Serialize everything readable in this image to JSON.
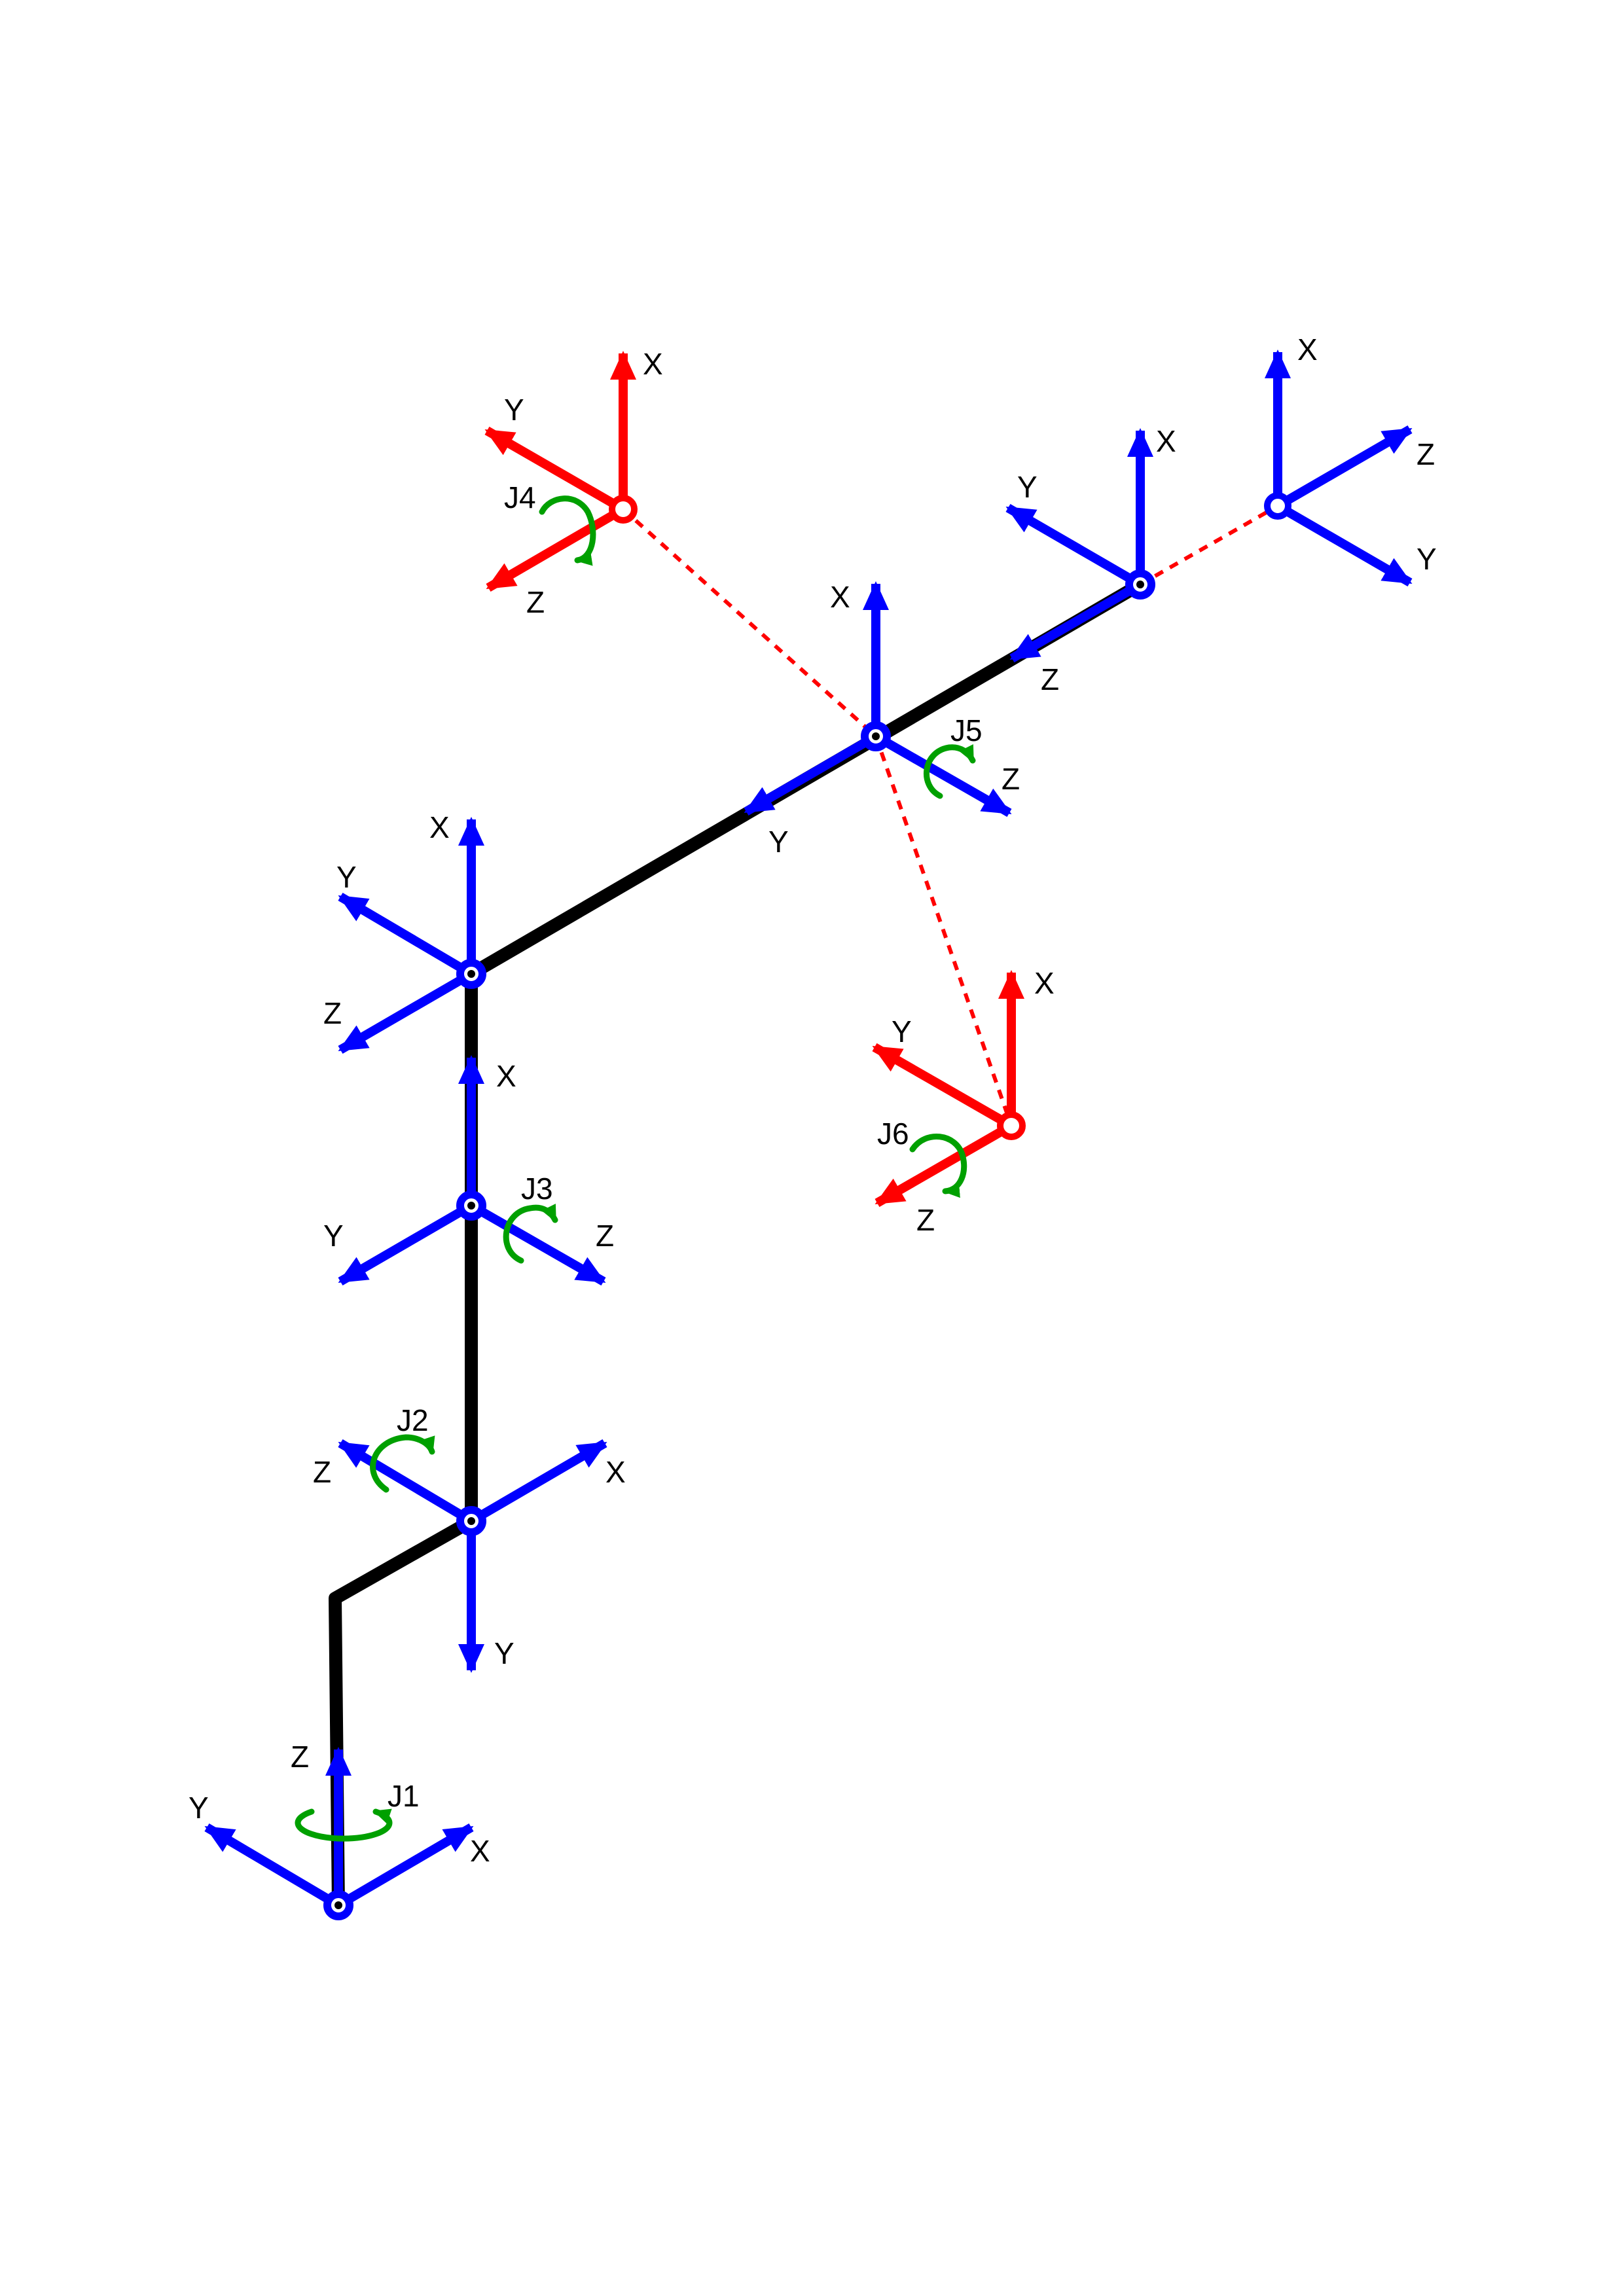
{
  "colors": {
    "link": "#000000",
    "frame": "#0000ff",
    "virtual_frame": "#ff0000",
    "rotation": "#00a000",
    "offset": "#ff0000"
  },
  "frames": [
    {
      "id": "base",
      "color": "frame",
      "x_label": "X",
      "y_label": "Y",
      "z_label": "Z"
    },
    {
      "id": "joint2",
      "color": "frame",
      "x_label": "X",
      "y_label": "Y",
      "z_label": "Z"
    },
    {
      "id": "joint3",
      "color": "frame",
      "x_label": "X",
      "y_label": "Y",
      "z_label": "Z"
    },
    {
      "id": "elbow",
      "color": "frame",
      "x_label": "X",
      "y_label": "Y",
      "z_label": "Z"
    },
    {
      "id": "joint5",
      "color": "frame",
      "x_label": "X",
      "y_label": "Y",
      "z_label": "Z"
    },
    {
      "id": "link-end",
      "color": "frame",
      "x_label": "X",
      "y_label": "Y",
      "z_label": "Z"
    },
    {
      "id": "tool",
      "color": "frame",
      "x_label": "X",
      "y_label": "Y",
      "z_label": "Z"
    },
    {
      "id": "joint4-offset",
      "color": "virtual_frame",
      "x_label": "X",
      "y_label": "Y",
      "z_label": "Z"
    },
    {
      "id": "joint6-offset",
      "color": "virtual_frame",
      "x_label": "X",
      "y_label": "Y",
      "z_label": "Z"
    }
  ],
  "joints": [
    {
      "id": "j1",
      "label": "J1"
    },
    {
      "id": "j2",
      "label": "J2"
    },
    {
      "id": "j3",
      "label": "J3"
    },
    {
      "id": "j4",
      "label": "J4"
    },
    {
      "id": "j5",
      "label": "J5"
    },
    {
      "id": "j6",
      "label": "J6"
    }
  ]
}
